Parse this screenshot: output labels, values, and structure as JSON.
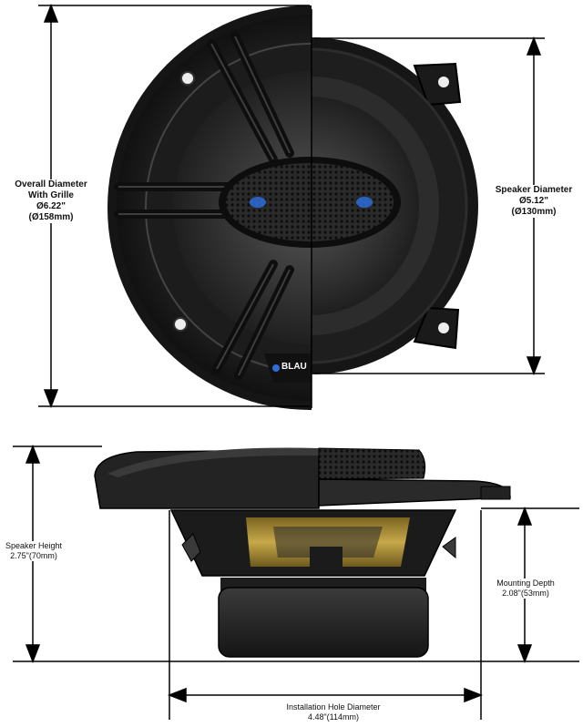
{
  "top_view": {
    "overall_diameter": {
      "line1": "Overall Diameter",
      "line2": "With Grille",
      "line3": "Ø6.22\"",
      "line4": "(Ø158mm)"
    },
    "speaker_diameter": {
      "line1": "Speaker Diameter",
      "line2": "Ø5.12\"",
      "line3": "(Ø130mm)"
    },
    "brand_badge": "BLAU"
  },
  "side_view": {
    "speaker_height": {
      "line1": "Speaker Height",
      "line2": "2.75\"(70mm)"
    },
    "mounting_depth": {
      "line1": "Mounting Depth",
      "line2": "2.08\"(53mm)"
    },
    "installation_hole": {
      "line1": "Installation Hole Diameter",
      "line2": "4.48\"(114mm)"
    }
  },
  "colors": {
    "body": "#1a1a1a",
    "grille": "#2b2b2b",
    "cone": "#3a3a3a",
    "accent_blue": "#2e6dd8",
    "basket_gold": "#b89a3a",
    "line": "#000000"
  }
}
